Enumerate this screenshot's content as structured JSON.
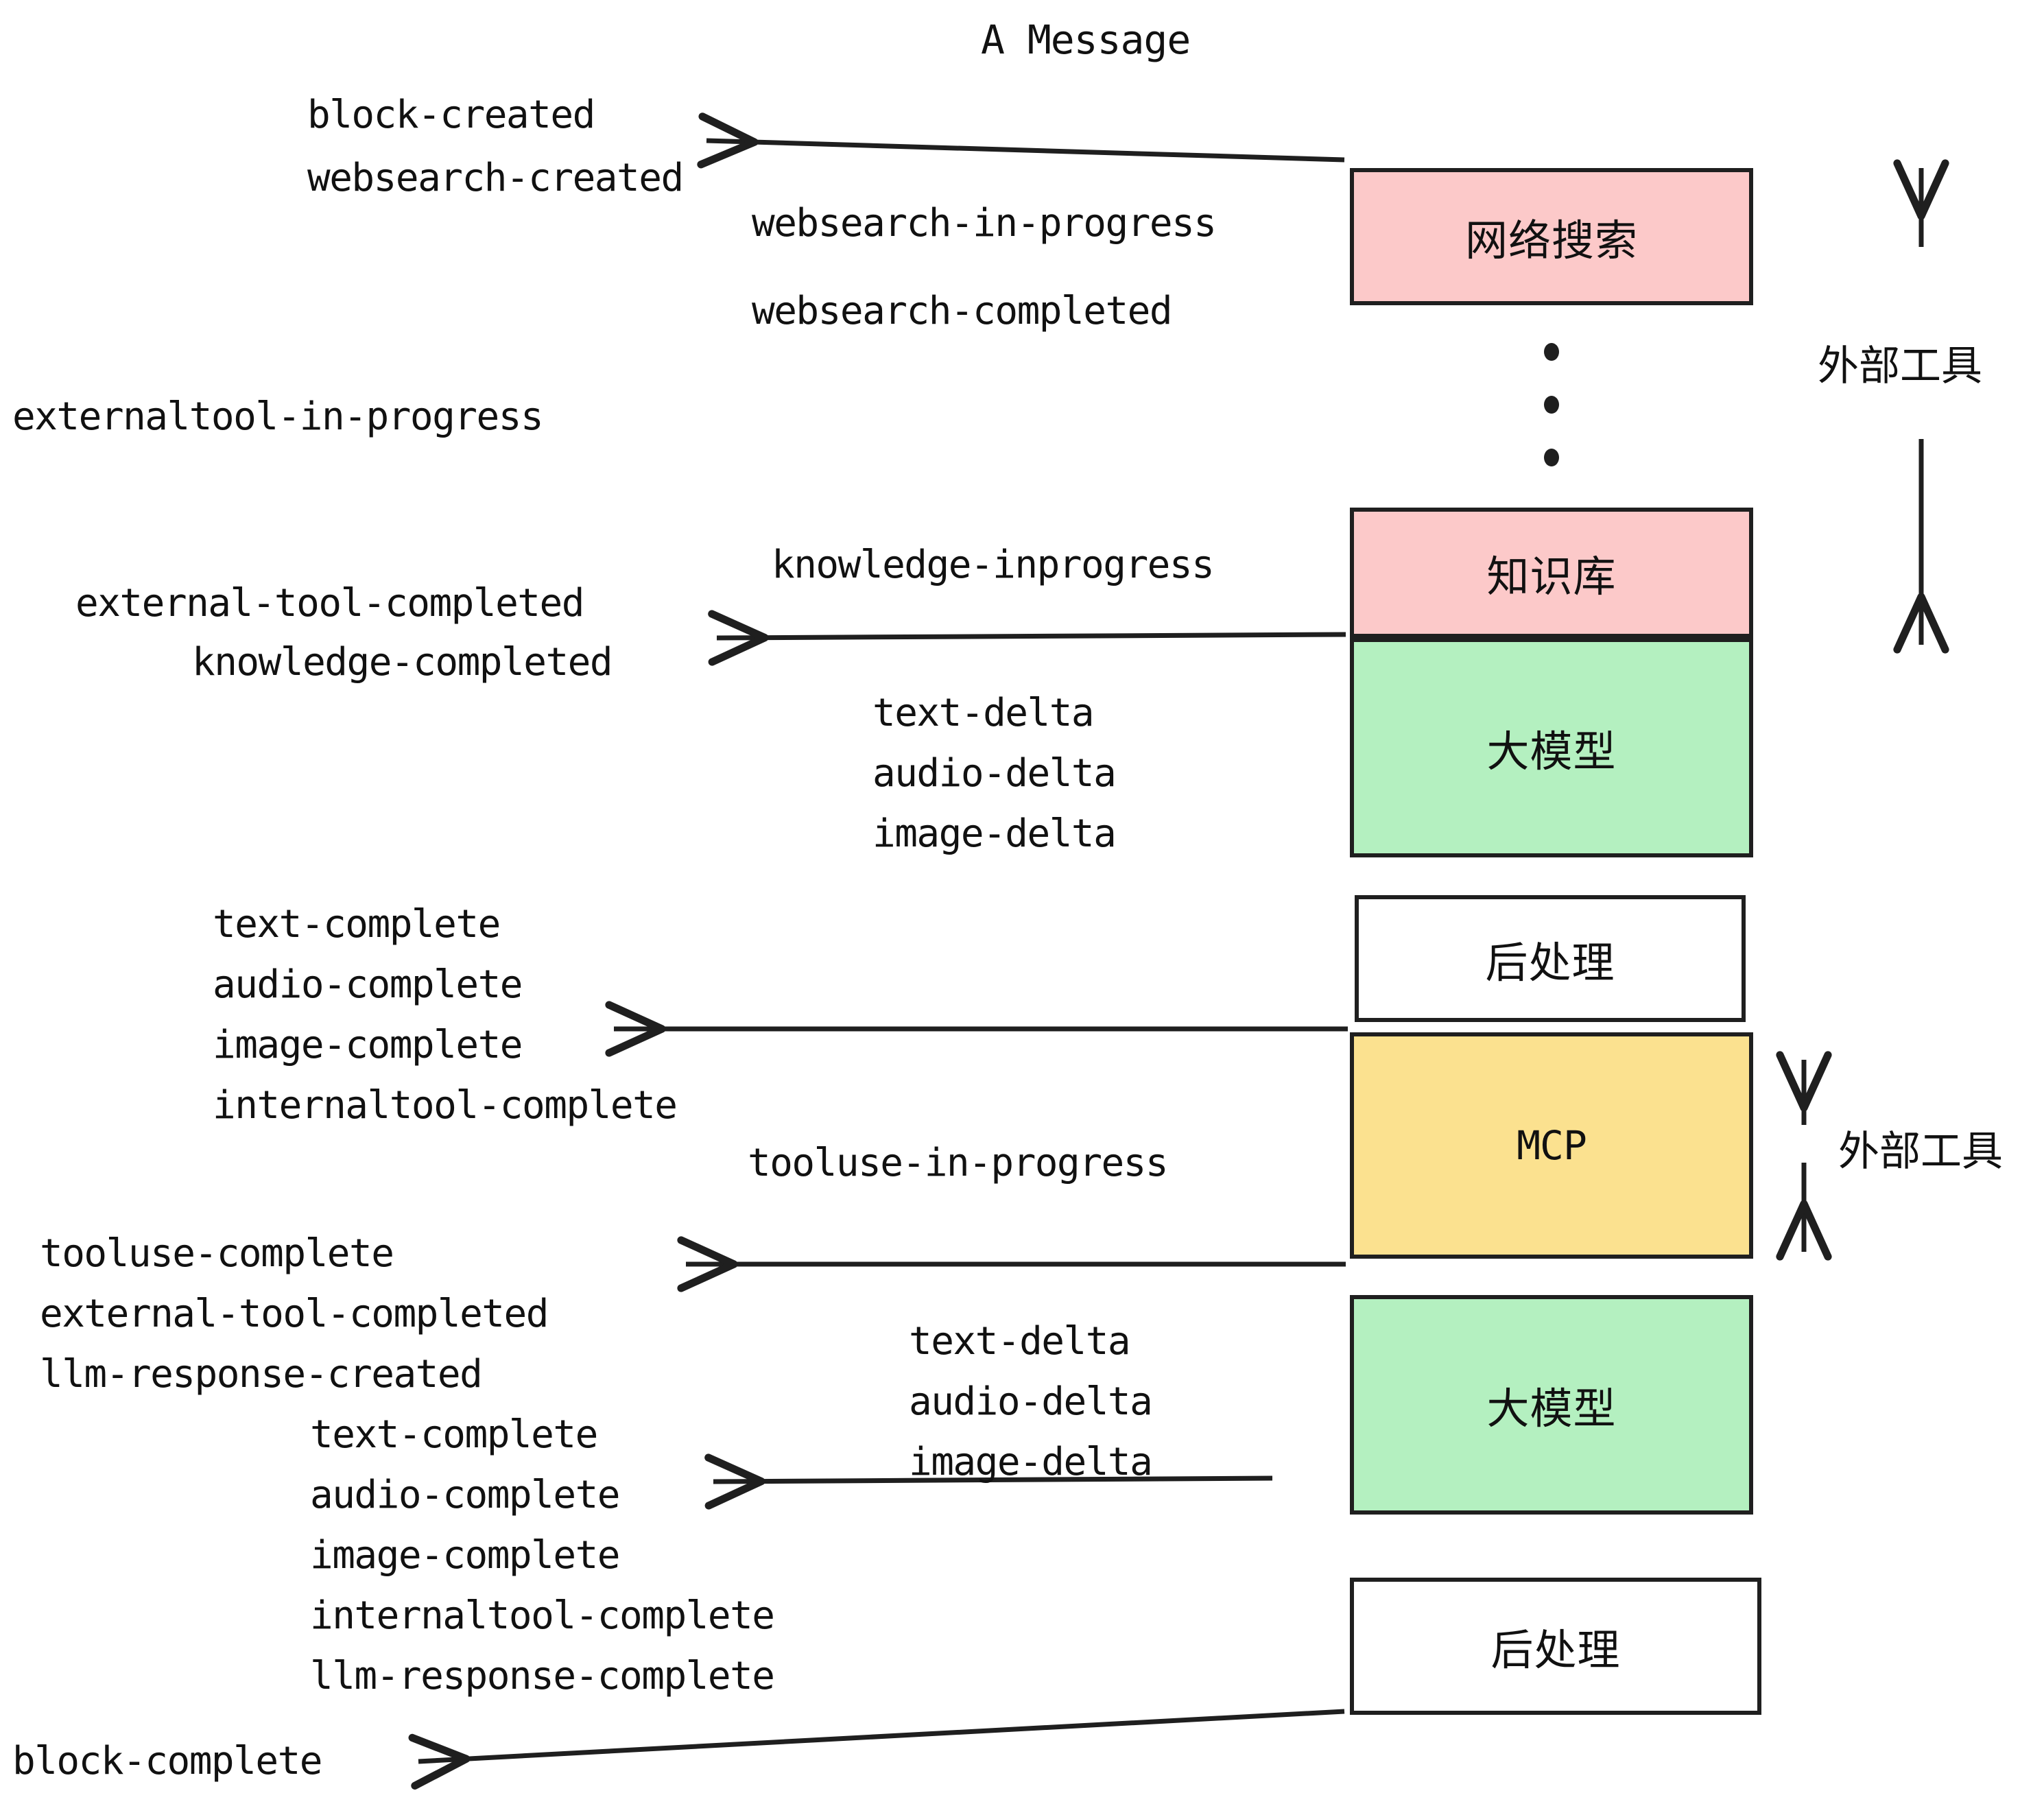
{
  "diagram": {
    "title": "A Message",
    "background": "#ffffff",
    "stroke": "#1f1f1f"
  },
  "colors": {
    "pink": "#fcc9c9",
    "green": "#b4f0c0",
    "yellow": "#fbe18f",
    "white": "#ffffff",
    "ink": "#1f1f1f"
  },
  "nodes": [
    {
      "id": "websearch",
      "label": "网络搜索",
      "fill": "#fcc9c9",
      "script": "cjk"
    },
    {
      "id": "knowledge",
      "label": "知识库",
      "fill": "#fcc9c9",
      "script": "cjk"
    },
    {
      "id": "llm-1",
      "label": "大模型",
      "fill": "#b4f0c0",
      "script": "cjk"
    },
    {
      "id": "postprocess-1",
      "label": "后处理",
      "fill": "#ffffff",
      "script": "cjk"
    },
    {
      "id": "mcp",
      "label": "MCP",
      "fill": "#fbe18f",
      "script": "latin"
    },
    {
      "id": "llm-2",
      "label": "大模型",
      "fill": "#b4f0c0",
      "script": "cjk"
    },
    {
      "id": "postprocess-2",
      "label": "后处理",
      "fill": "#ffffff",
      "script": "cjk"
    }
  ],
  "side_annotations": [
    {
      "id": "external-tools-top",
      "label": "外部工具"
    },
    {
      "id": "external-tools-bottom",
      "label": "外部工具"
    }
  ],
  "events": [
    {
      "id": "block-created",
      "text": "block-created"
    },
    {
      "id": "websearch-created",
      "text": "websearch-created"
    },
    {
      "id": "websearch-in-progress",
      "text": "websearch-in-progress"
    },
    {
      "id": "websearch-completed",
      "text": "websearch-completed"
    },
    {
      "id": "externaltool-in-progress",
      "text": "externaltool-in-progress"
    },
    {
      "id": "knowledge-inprogress",
      "text": "knowledge-inprogress"
    },
    {
      "id": "external-tool-completed-1",
      "text": "external-tool-completed"
    },
    {
      "id": "knowledge-completed",
      "text": "knowledge-completed"
    },
    {
      "id": "text-delta-1",
      "text": "text-delta"
    },
    {
      "id": "audio-delta-1",
      "text": "audio-delta"
    },
    {
      "id": "image-delta-1",
      "text": "image-delta"
    },
    {
      "id": "text-complete-1",
      "text": "text-complete"
    },
    {
      "id": "audio-complete-1",
      "text": "audio-complete"
    },
    {
      "id": "image-complete-1",
      "text": "image-complete"
    },
    {
      "id": "internaltool-complete-1",
      "text": "internaltool-complete"
    },
    {
      "id": "tooluse-in-progress",
      "text": "tooluse-in-progress"
    },
    {
      "id": "tooluse-complete",
      "text": "tooluse-complete"
    },
    {
      "id": "external-tool-completed-2",
      "text": "external-tool-completed"
    },
    {
      "id": "llm-response-created",
      "text": "llm-response-created"
    },
    {
      "id": "text-delta-2",
      "text": "text-delta"
    },
    {
      "id": "audio-delta-2",
      "text": "audio-delta"
    },
    {
      "id": "image-delta-2",
      "text": "image-delta"
    },
    {
      "id": "text-complete-2",
      "text": "text-complete"
    },
    {
      "id": "audio-complete-2",
      "text": "audio-complete"
    },
    {
      "id": "image-complete-2",
      "text": "image-complete"
    },
    {
      "id": "internaltool-complete-2",
      "text": "internaltool-complete"
    },
    {
      "id": "llm-response-complete",
      "text": "llm-response-complete"
    },
    {
      "id": "block-complete",
      "text": "block-complete"
    }
  ]
}
